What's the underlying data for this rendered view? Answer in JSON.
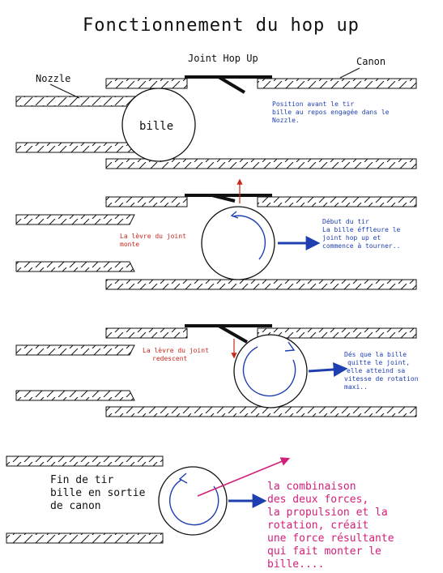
{
  "title": "Fonctionnement du hop up",
  "colors": {
    "ink": "#111111",
    "blue": "#1f3fb0",
    "red": "#c8281e",
    "magenta": "#d2207a"
  },
  "labels": {
    "joint": "Joint Hop Up",
    "canon": "Canon",
    "nozzle": "Nozzle",
    "bille": "bille"
  },
  "step1": {
    "note": [
      "Position avant le tir",
      "bille au repos engagée dans le",
      "Nozzle."
    ]
  },
  "step2": {
    "red_note": [
      "La lèvre du joint",
      "monte"
    ],
    "note": [
      "Début du tir",
      "La bille éffleure le",
      "joint hop up et",
      "commence à tourner.."
    ]
  },
  "step3": {
    "red_note": [
      "La lèvre du joint",
      "redescent"
    ],
    "note": [
      "Dés que la bille",
      "quitte le joint,",
      "elle atteind sa",
      "vitesse de rotation",
      "maxi.."
    ]
  },
  "step4": {
    "note": [
      "Fin de tir",
      "bille en sortie",
      "de canon"
    ],
    "magenta_note": [
      "la combinaison",
      "des deux forces,",
      "la propulsion et la",
      "rotation, créait",
      "une force résultante",
      "qui fait monter le",
      "bille...."
    ]
  }
}
